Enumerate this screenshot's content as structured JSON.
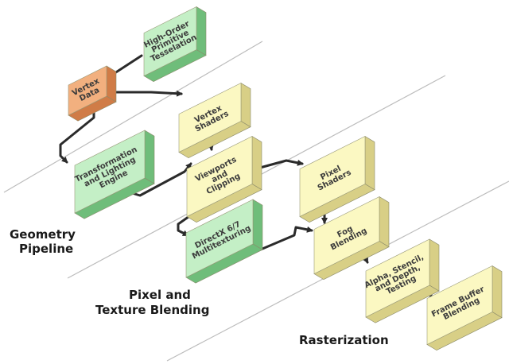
{
  "stages": {
    "geometry": [
      "Geometry",
      "Pipeline"
    ],
    "pixel": [
      "Pixel and",
      "Texture Blending"
    ],
    "raster": [
      "Rasterization"
    ]
  },
  "nodes": {
    "vertex_data": [
      "Vertex",
      "Data"
    ],
    "high_order": [
      "High-Order",
      "Primitive",
      "Tesselation"
    ],
    "transform": [
      "Transformation",
      "and Lighting",
      "Engine"
    ],
    "vertex_shaders": [
      "Vertex",
      "Shaders"
    ],
    "viewports": [
      "Viewports",
      "and",
      "Clipping"
    ],
    "directx": [
      "DirectX 6/7",
      "Multitexturing"
    ],
    "pixel_shaders": [
      "Pixel",
      "Shaders"
    ],
    "fog": [
      "Fog",
      "Blending"
    ],
    "alpha": [
      "Alpha, Stencil,",
      "and Depth,",
      "Testing"
    ],
    "frame_buffer": [
      "Frame Buffer",
      "Blending"
    ]
  },
  "colors": {
    "green_face": "#c4efc6",
    "green_side": "#6fbd7a",
    "orange_face": "#f2b07f",
    "orange_side": "#d07c47",
    "yellow_face": "#fbf8c2",
    "yellow_side": "#d8cf86",
    "connector": "#2b2b2b",
    "separator": "#bcbcbc"
  }
}
